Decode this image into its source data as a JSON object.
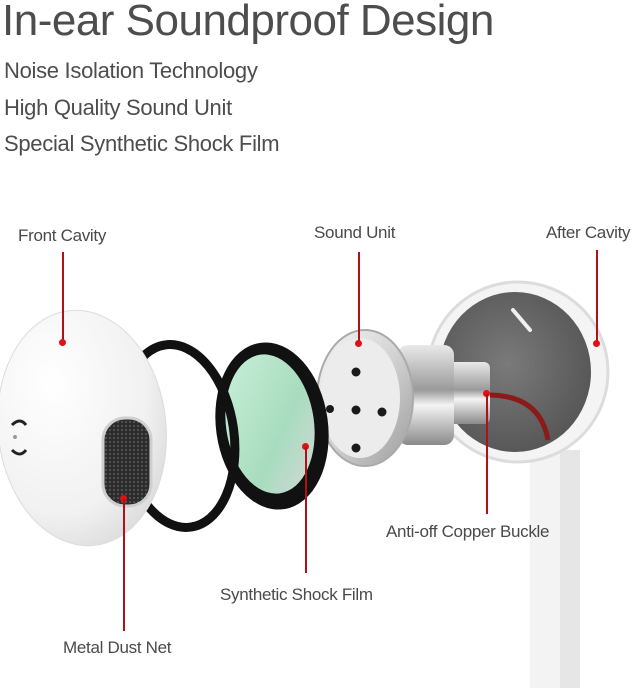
{
  "header": {
    "title": "In-ear Soundproof Design",
    "features": [
      "Noise Isolation Technology",
      "High Quality Sound Unit",
      "Special Synthetic Shock Film"
    ]
  },
  "callouts": {
    "front_cavity": "Front Cavity",
    "sound_unit": "Sound Unit",
    "after_cavity": "After Cavity",
    "anti_off_copper_buckle": "Anti-off Copper Buckle",
    "synthetic_shock_film": "Synthetic Shock Film",
    "metal_dust_net": "Metal Dust Net"
  },
  "colors": {
    "callout_line": "#b01018",
    "callout_dot": "#e01018",
    "text": "#4a4a4a",
    "film": "#b7e6c9"
  }
}
